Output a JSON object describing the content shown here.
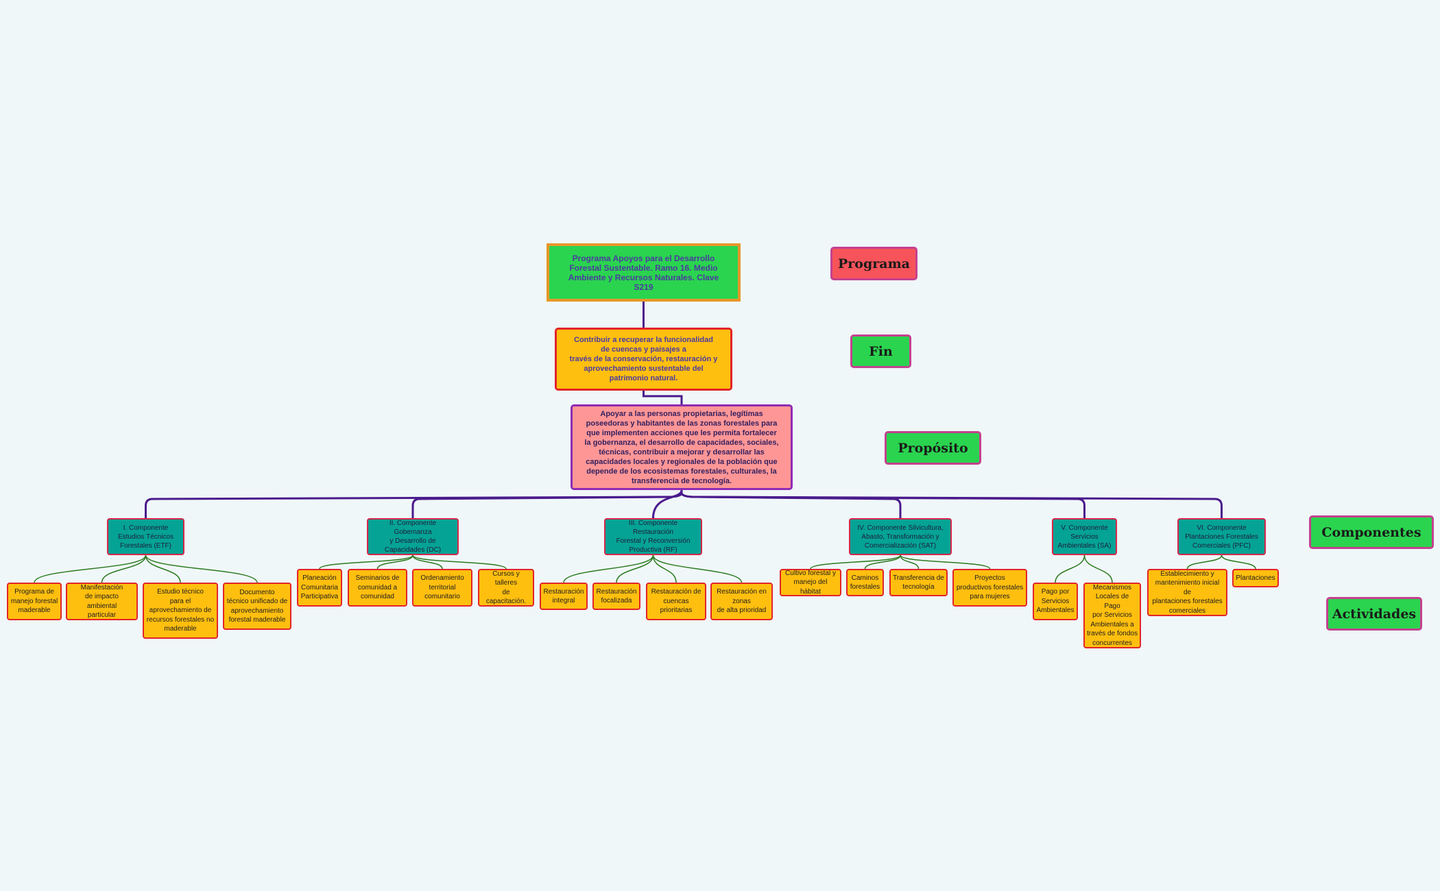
{
  "colors": {
    "connector_main": "#4a1a8c",
    "connector_activity": "#2a7a1e",
    "root_fill": "#2ad44f",
    "fin_fill": "#ffbf0f",
    "proposito_fill": "#ff9696",
    "component_fill": "#05a395",
    "activity_fill": "#ffbf0f",
    "background": "#f0f7f9"
  },
  "programa": "Programa Apoyos para el Desarrollo\nForestal Sustentable. Ramo 16. Medio\nAmbiente y Recursos Naturales. Clave\nS219",
  "fin": "Contribuir a recuperar la funcionalidad\nde cuencas y paisajes a\ntravés de la conservación, restauración y\naprovechamiento sustentable del\npatrimonio natural.",
  "proposito": "Apoyar a las personas propietarias, legítimas\nposeedoras y habitantes de las zonas forestales para\nque implementen acciones que les permita fortalecer\nla gobernanza, el desarrollo de capacidades, sociales,\ntécnicas, contribuir a mejorar y desarrollar las\ncapacidades locales y regionales de la población que\ndepende de los ecosistemas forestales, culturales, la\ntransferencia de tecnología.",
  "components": [
    {
      "label": "I. Componente\nEstudios Técnicos\nForestales (ETF)",
      "activities": [
        "Programa de\nmanejo forestal\nmaderable",
        "Manifestación\nde impacto ambiental\nparticular",
        "Estudio técnico\npara el\naprovechamiento de\nrecursos forestales no\nmaderable",
        "Documento\ntécnico unificado de\naprovechamiento\nforestal maderable"
      ]
    },
    {
      "label": "II. Componente Gobernanza\ny Desarrollo de\nCapacidades (DC)",
      "activities": [
        "Planeación\nComunitaria\nParticipativa",
        "Seminarios de\ncomunidad a\ncomunidad",
        "Ordenamiento\nterritorial\ncomunitario",
        "Cursos y\ntalleres\nde capacitación."
      ]
    },
    {
      "label": "III. Componente Restauración\nForestal y Reconversión\nProductiva (RF)",
      "activities": [
        "Restauración\nintegral",
        "Restauración\nfocalizada",
        "Restauración de\ncuencas\nprioritarias",
        "Restauración en\nzonas\nde alta prioridad"
      ]
    },
    {
      "label": "IV. Componente Silvicultura,\nAbasto, Transformación y\nComercialización (SAT)",
      "activities": [
        "Cultivo forestal y\nmanejo del hábitat",
        "Caminos\nforestales",
        "Transferencia de\ntecnología",
        "Proyectos\nproductivos forestales\npara mujeres"
      ]
    },
    {
      "label": "V. Componente\nServicios\nAmbientales (SA)",
      "activities": [
        "Pago por\nServicios\nAmbientales",
        "Mecanismos\nLocales de Pago\npor Servicios\nAmbientales a\ntravés de fondos\nconcurrentes"
      ]
    },
    {
      "label": "VI. Componente\nPlantaciones Forestales\nComerciales (PFC)",
      "activities": [
        "Establecimiento y\nmantenimiento inicial de\nplantaciones forestales\ncomerciales",
        "Plantaciones"
      ]
    }
  ],
  "legend": {
    "programa": "Programa",
    "fin": "Fin",
    "proposito": "Propósito",
    "componentes": "Componentes",
    "actividades": "Actividades"
  }
}
